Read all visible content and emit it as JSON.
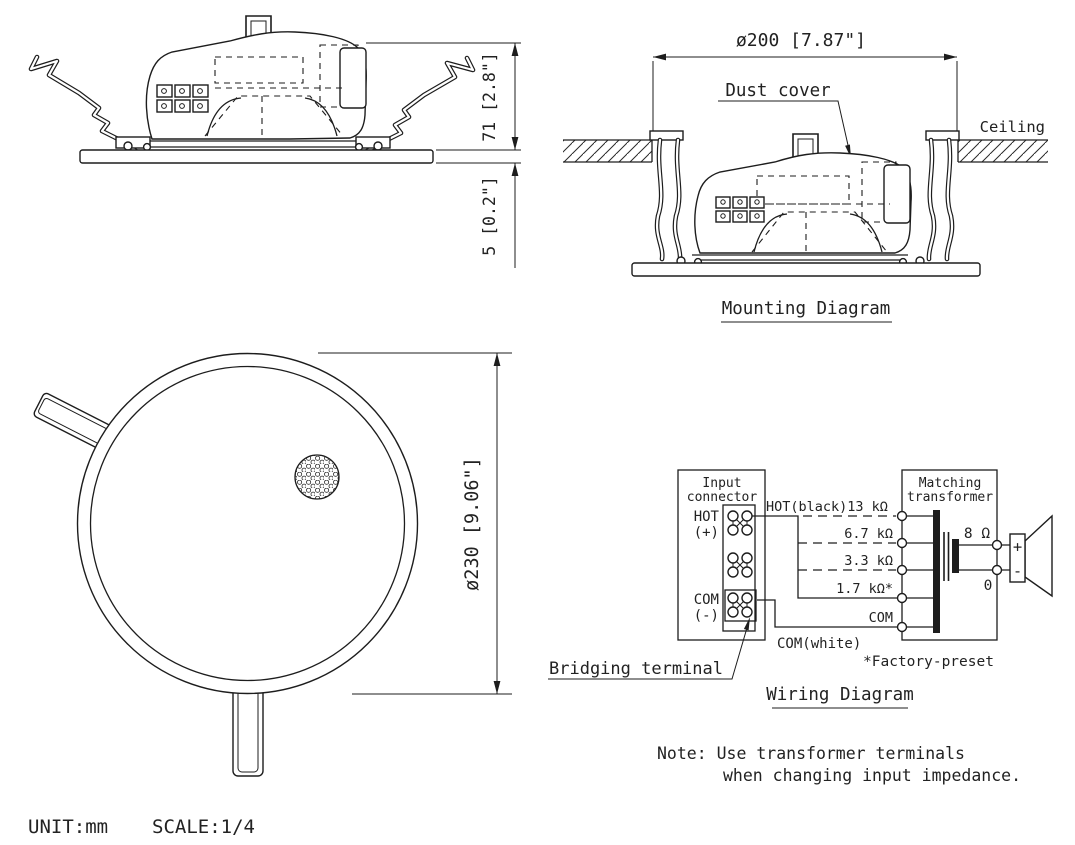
{
  "colors": {
    "ink": "#1d1d1d",
    "background": "#ffffff"
  },
  "footer": {
    "unit_label": "UNIT:mm",
    "scale_label": "SCALE:1/4"
  },
  "side_view": {
    "dim_height": "71 [2.8\"]",
    "dim_flange": "5 [0.2\"]"
  },
  "mounting_diagram": {
    "caption": "Mounting Diagram",
    "dim_cutout": "ø200 [7.87\"]",
    "dust_cover_label": "Dust cover",
    "ceiling_label": "Ceiling"
  },
  "top_view": {
    "dim_diameter": "ø230 [9.06\"]"
  },
  "wiring": {
    "caption": "Wiring Diagram",
    "input_connector": {
      "title1": "Input",
      "title2": "connector",
      "hot": "HOT",
      "hot_pol": "(+)",
      "com": "COM",
      "com_pol": "(-)"
    },
    "transformer": {
      "title1": "Matching",
      "title2": "transformer"
    },
    "taps": [
      "HOT(black)13 kΩ",
      "6.7 kΩ",
      "3.3 kΩ",
      "1.7 kΩ*",
      "COM"
    ],
    "com_wire_label": "COM(white)",
    "secondary": {
      "impedance": "8 Ω",
      "zero": "0",
      "plus": "+",
      "minus": "-"
    },
    "factory_note": "*Factory-preset",
    "bridging_label": "Bridging terminal"
  },
  "note": {
    "line1": "Note: Use transformer terminals",
    "line2": "when changing input impedance."
  }
}
